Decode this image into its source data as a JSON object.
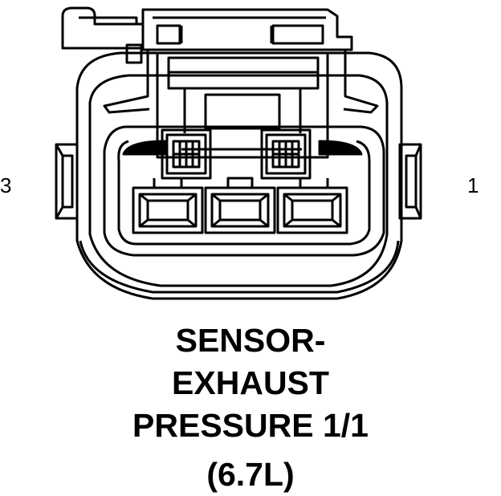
{
  "connector": {
    "pins": [
      {
        "number": "3"
      },
      {
        "number": "1"
      }
    ],
    "colors": {
      "line": "#000000",
      "background": "#ffffff"
    }
  },
  "caption": {
    "line1": "SENSOR-",
    "line2": "EXHAUST",
    "line3": "PRESSURE 1/1",
    "line4": "(6.7L)"
  }
}
